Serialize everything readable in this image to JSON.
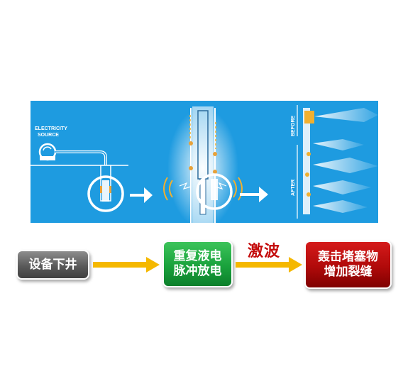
{
  "illustration": {
    "source_label_line1": "ELECTRICITY",
    "source_label_line2": "SOURCE",
    "before_label": "BEFORE",
    "after_label": "AFTER"
  },
  "flow": {
    "step1": "设备下井",
    "step2_line1": "重复液电",
    "step2_line2": "脉冲放电",
    "arrow_label": "激波",
    "step3_line1": "轰击堵塞物",
    "step3_line2": "增加裂缝"
  },
  "colors": {
    "panel_blue": "#1e9be0",
    "step1": "#6a6a6a",
    "step2": "#19a23c",
    "step3": "#b00a0a",
    "arrow": "#f5b800",
    "arrow_label": "#c40c0c"
  }
}
